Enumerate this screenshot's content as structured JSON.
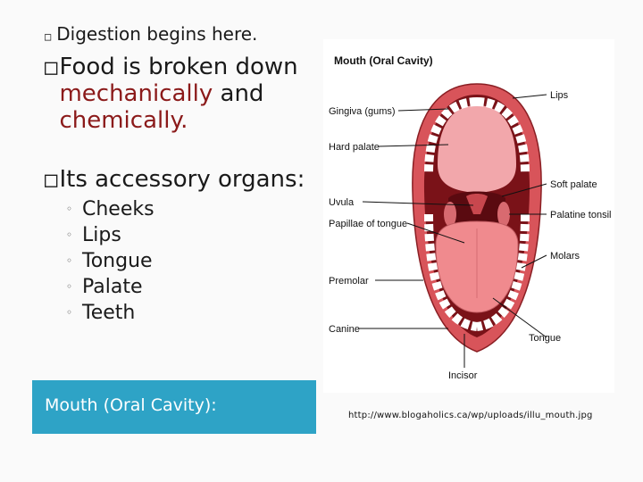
{
  "slide": {
    "bullets": {
      "digestion": "Digestion begins here.",
      "food": {
        "part1": "Food is broken down ",
        "red1": "mechanically",
        "part2": " and ",
        "red2": "chemically."
      },
      "accessory": "Its accessory organs:",
      "organs": [
        "Cheeks",
        "Lips",
        "Tongue",
        "Palate",
        "Teeth"
      ]
    },
    "caption": "Mouth (Oral Cavity):",
    "figure": {
      "title": "Mouth (Oral Cavity)",
      "labels": {
        "gingiva": "Gingiva (gums)",
        "hard_palate": "Hard palate",
        "uvula": "Uvula",
        "papillae": "Papillae of tongue",
        "premolar": "Premolar",
        "canine": "Canine",
        "lips": "Lips",
        "soft_palate": "Soft palate",
        "palatine_tonsil": "Palatine tonsil",
        "molars": "Molars",
        "tongue": "Tongue",
        "incisor": "Incisor"
      },
      "source_url": "http://www.blogaholics.ca/wp/uploads/illu_mouth.jpg"
    }
  }
}
